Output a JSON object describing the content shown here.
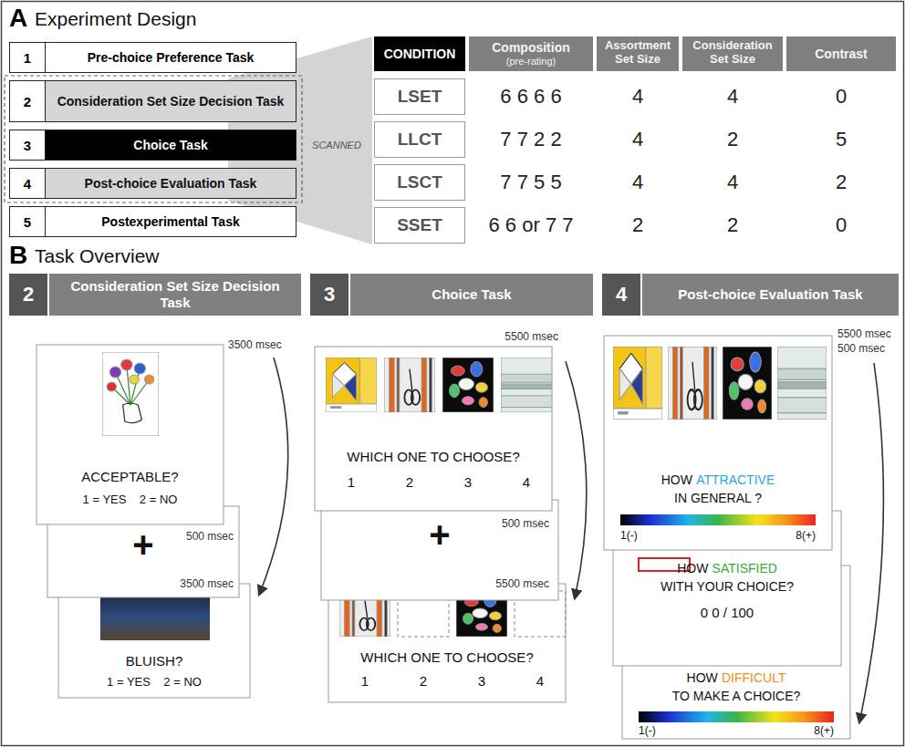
{
  "diagram": {
    "nodes": [
      {
        "text": [
          "1",
          "Pre-choice Preference Task"
        ]
      },
      {
        "text": [
          "2",
          "Consideration Set Size Decision Task"
        ]
      },
      {
        "text": [
          "3",
          "Choice Task"
        ]
      },
      {
        "text": [
          "4",
          "Post-choice Evaluation Task"
        ]
      },
      {
        "text": [
          "5",
          "Postexperimental Task"
        ]
      },
      {
        "text": [
          "CONDITION"
        ]
      },
      {
        "text": [
          "LSET"
        ]
      },
      {
        "text": [
          "LLCT"
        ]
      },
      {
        "text": [
          "LSCT"
        ]
      },
      {
        "text": [
          "SSET"
        ]
      },
      {
        "text": [
          "2",
          "Consideration Set Size Decision Task"
        ]
      },
      {
        "text": [
          "3",
          "Choice Task"
        ]
      },
      {
        "text": [
          "4",
          "Post-choice Evaluation Task"
        ]
      },
      {
        "text": [
          "ACCEPTABLE?",
          "1 = YES    2 = NO"
        ]
      },
      {
        "text": [
          "+"
        ]
      },
      {
        "text": [
          "BLUISH?",
          "1 = YES    2 = NO"
        ]
      },
      {
        "text": [
          "WHICH ONE TO CHOOSE?",
          "1",
          "2",
          "3",
          "4"
        ]
      },
      {
        "text": [
          "+"
        ]
      },
      {
        "text": [
          "WHICH ONE TO CHOOSE?",
          "1",
          "2",
          "3",
          "4"
        ]
      },
      {
        "text": [
          "HOW",
          "ATTRACTIVE",
          "IN GENERAL ?",
          "1(-)",
          "8(+)"
        ]
      },
      {
        "text": [
          "HOW",
          "SATISFIED",
          "WITH YOUR CHOICE?",
          "0 0 / 100"
        ]
      },
      {
        "text": [
          "HOW",
          "DIFFICULT",
          "TO MAKE A CHOICE?",
          "1(-)",
          "8(+)"
        ]
      }
    ],
    "labels": [
      "A",
      "Experiment Design",
      "SCANNED",
      "Composition",
      "(pre-rating)",
      "Assortment Set Size",
      "Consideration Set Size",
      "Contrast",
      "6 6 6 6",
      "4",
      "4",
      "0",
      "7 7 2 2",
      "4",
      "2",
      "5",
      "7 7 5 5",
      "4",
      "4",
      "2",
      "6 6 or 7 7",
      "2",
      "2",
      "0",
      "B",
      "Task Overview",
      "3500 msec",
      "500 msec",
      "3500 msec",
      "5500 msec",
      "500 msec",
      "5500 msec",
      "5500 msec",
      "500 msec"
    ]
  }
}
